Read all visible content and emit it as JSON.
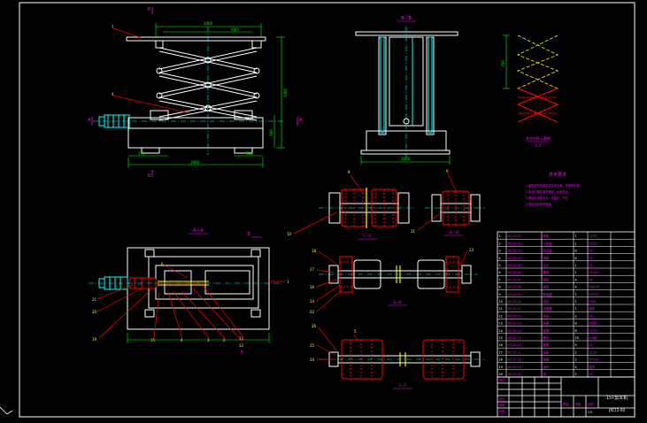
{
  "drawing": {
    "title_main": "15T剪叉机",
    "drawing_no": "JXC15-00",
    "scale_note": "1:5"
  },
  "section_labels": {
    "aa": "A—A",
    "bb": "B—B",
    "cc": "C—C",
    "dd": "D—D",
    "ee": "E—E",
    "ff": "F—F",
    "detail_caption": "剪叉机构示意图"
  },
  "view_markers": {
    "a": "A",
    "b": "B",
    "e": "E",
    "f": "F"
  },
  "dimensions": {
    "top_width": "1000",
    "inner_width": "920",
    "base_width": "1000",
    "height": "1000",
    "side_height": "300",
    "front_width": "1000",
    "side_offset": "150",
    "bottom_left": "275",
    "bottom_right": "300"
  },
  "balloons": {
    "b1": "1",
    "b2": "2",
    "b3": "3",
    "b4": "4",
    "b5": "5",
    "b6": "6",
    "b7": "7",
    "b8": "8",
    "b9": "9",
    "b10": "10",
    "b11": "11",
    "b12": "12",
    "b13": "13",
    "b14": "14",
    "b15": "15",
    "b16": "16",
    "b17": "17",
    "b18": "18",
    "b19": "19",
    "b20": "20",
    "b21": "21",
    "b22": "22",
    "b23": "23",
    "b24": "24",
    "b25": "25",
    "b26": "26"
  },
  "tech_requirements": {
    "heading": "技术要求",
    "lines": [
      "1.装配前所有零件须清洗干净，不得有毛刺。",
      "2.各运动部件润滑良好，运转灵活。",
      "3.焊接件焊缝均匀，无裂纹、气孔。",
      "4.表面涂防锈漆两遍。"
    ]
  },
  "bom_rows": [
    [
      "1",
      "JXC15-01",
      "底座",
      "1",
      "Q235"
    ],
    [
      "2",
      "JXC15-02",
      "工作台",
      "1",
      "Q235"
    ],
    [
      "3",
      "JXC15-03",
      "剪叉臂",
      "8",
      "45"
    ],
    [
      "4",
      "JXC15-04",
      "销轴",
      "6",
      "45"
    ],
    [
      "5",
      "JXC15-05",
      "丝杠",
      "1",
      "45"
    ],
    [
      "6",
      "JXC15-06",
      "螺母",
      "1",
      "ZCuSn"
    ],
    [
      "7",
      "JXC15-07",
      "滚轮",
      "4",
      "45"
    ],
    [
      "8",
      "JXC15-08",
      "轴承",
      "4",
      "GB276"
    ],
    [
      "9",
      "JXC15-09",
      "联轴器",
      "1",
      "HT200"
    ],
    [
      "10",
      "JXC15-10",
      "电机",
      "1",
      "Y90L"
    ],
    [
      "11",
      "JXC15-11",
      "减速器",
      "1",
      "组件"
    ],
    [
      "12",
      "JXC15-12",
      "导轨",
      "2",
      "45"
    ],
    [
      "13",
      "JXC15-13",
      "挡圈",
      "8",
      "65Mn"
    ],
    [
      "14",
      "JXC15-14",
      "垫圈",
      "8",
      "Q235"
    ],
    [
      "15",
      "JXC15-15",
      "螺栓",
      "16",
      "8.8级"
    ],
    [
      "16",
      "JXC15-16",
      "套筒",
      "4",
      "45"
    ],
    [
      "17",
      "JXC15-17",
      "支座",
      "2",
      "Q235"
    ],
    [
      "18",
      "JXC15-18",
      "端盖",
      "2",
      "HT200"
    ],
    [
      "19",
      "JXC15-19",
      "油杯",
      "4",
      "组件"
    ],
    [
      "20",
      "JXC15-20",
      "键",
      "2",
      "45"
    ]
  ],
  "title_block": {
    "designed": "设计",
    "checked": "审核",
    "approved": "批准",
    "mark": "标记",
    "qty": "数量",
    "weight": "重量",
    "ratio": "比例"
  },
  "colors": {
    "background": "#000000",
    "outline": "#ffffff",
    "dimension": "#00ff00",
    "centerline": "#00ffff",
    "leader": "#ff0000",
    "text": "#ff00ff",
    "scissor": "#ffff00",
    "wheel": "#ff0000"
  }
}
